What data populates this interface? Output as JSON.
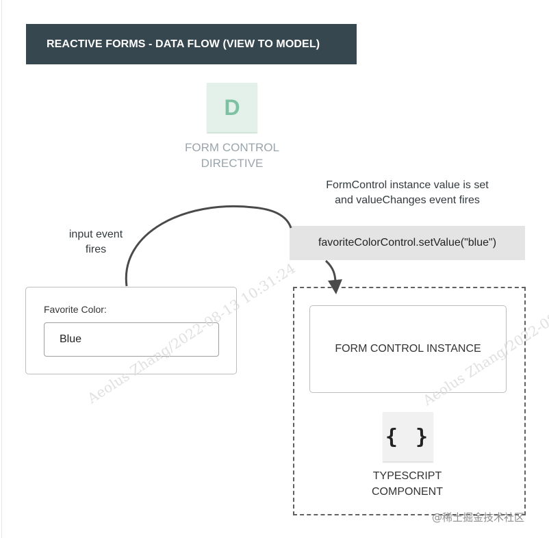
{
  "title": "REACTIVE FORMS - DATA FLOW (VIEW TO MODEL)",
  "directive": {
    "icon_letter": "D",
    "caption_lines": [
      "FORM CONTROL",
      "DIRECTIVE"
    ]
  },
  "notes": {
    "input_event_lines": [
      "input event",
      "fires"
    ],
    "value_set_lines": [
      "FormControl instance value is set",
      "and valueChanges event fires"
    ]
  },
  "code": "favoriteColorControl.setValue(\"blue\")",
  "form": {
    "label": "Favorite Color:",
    "value": "Blue"
  },
  "component": {
    "instance_label": "FORM CONTROL INSTANCE",
    "icon_text": "{ }",
    "caption_lines": [
      "TYPESCRIPT",
      "COMPONENT"
    ]
  },
  "watermark": "Aeolus Zhang/2022-08-13 10:31:24",
  "credit": "@稀土掘金技术社区",
  "colors": {
    "title_bg": "#37474f",
    "directive_tile": "#e3f1ea",
    "directive_letter": "#7cc1a1",
    "code_chip": "#e4e4e4"
  }
}
